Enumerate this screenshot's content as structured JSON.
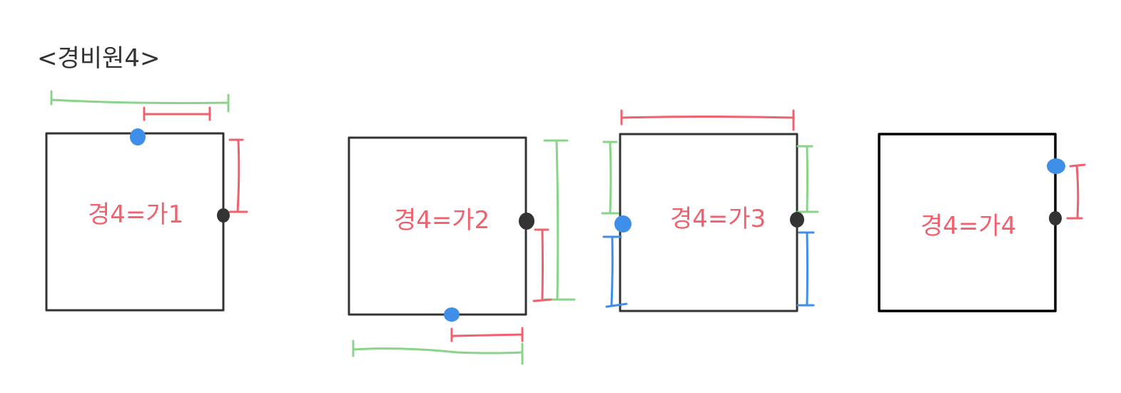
{
  "title": "<경비원4>",
  "colors": {
    "red": "#f0606d",
    "green": "#8ad48a",
    "blue": "#3f8ee8",
    "dark": "#333333",
    "black": "#000000"
  },
  "squares": [
    {
      "label": "경4=가1"
    },
    {
      "label": "경4=가2"
    },
    {
      "label": "경4=가3"
    },
    {
      "label": "경4=가4"
    }
  ]
}
